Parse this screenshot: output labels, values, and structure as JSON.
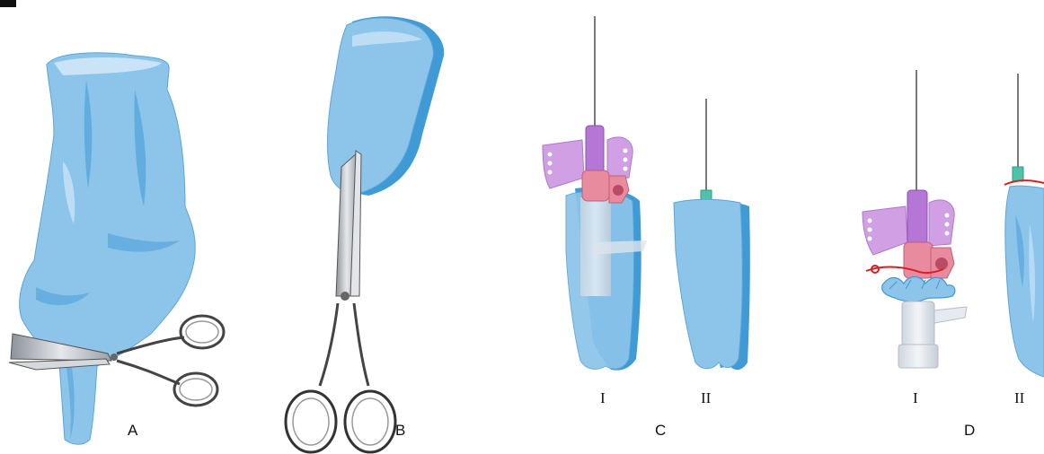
{
  "panels": {
    "a": {
      "label": "A"
    },
    "b": {
      "label": "B"
    },
    "c": {
      "label": "C",
      "sub_1": "I",
      "sub_2": "II"
    },
    "d": {
      "label": "D",
      "sub_1": "I",
      "sub_2": "II"
    }
  },
  "colors": {
    "glove": "#8cc4ea",
    "glove_shade": "#3f9ad6",
    "glove_highlight": "#c8e4f6",
    "catheter_purple": "#c88fe0",
    "catheter_pink": "#e98b9e",
    "hub_clear": "#dde3ea",
    "needle": "#7a7a7a",
    "steel": "#b8bcc2",
    "suture_red": "#d42020",
    "green_hub": "#4fc3a9"
  },
  "icons": [
    "scissors-icon",
    "glove-icon",
    "catheter-icon",
    "needle-icon"
  ]
}
